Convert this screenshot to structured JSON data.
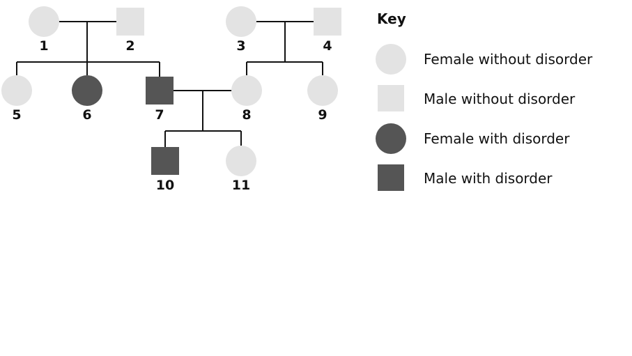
{
  "colors": {
    "unaffected": "#e3e3e3",
    "affected": "#555555",
    "line": "#111111"
  },
  "individuals": [
    {
      "id": "1",
      "sex": "female",
      "affected": false
    },
    {
      "id": "2",
      "sex": "male",
      "affected": false
    },
    {
      "id": "3",
      "sex": "female",
      "affected": false
    },
    {
      "id": "4",
      "sex": "male",
      "affected": false
    },
    {
      "id": "5",
      "sex": "female",
      "affected": false
    },
    {
      "id": "6",
      "sex": "female",
      "affected": true
    },
    {
      "id": "7",
      "sex": "male",
      "affected": true
    },
    {
      "id": "8",
      "sex": "female",
      "affected": false
    },
    {
      "id": "9",
      "sex": "female",
      "affected": false
    },
    {
      "id": "10",
      "sex": "male",
      "affected": true
    },
    {
      "id": "11",
      "sex": "female",
      "affected": false
    }
  ],
  "couples": [
    {
      "partners": [
        "1",
        "2"
      ],
      "children": [
        "5",
        "6",
        "7"
      ]
    },
    {
      "partners": [
        "3",
        "4"
      ],
      "children": [
        "8",
        "9"
      ]
    },
    {
      "partners": [
        "7",
        "8"
      ],
      "children": [
        "10",
        "11"
      ]
    }
  ],
  "key": {
    "title": "Key",
    "items": [
      {
        "shape": "circle",
        "affected": false,
        "label": "Female without disorder"
      },
      {
        "shape": "square",
        "affected": false,
        "label": "Male without disorder"
      },
      {
        "shape": "circle",
        "affected": true,
        "label": "Female with disorder"
      },
      {
        "shape": "square",
        "affected": true,
        "label": "Male with disorder"
      }
    ]
  }
}
